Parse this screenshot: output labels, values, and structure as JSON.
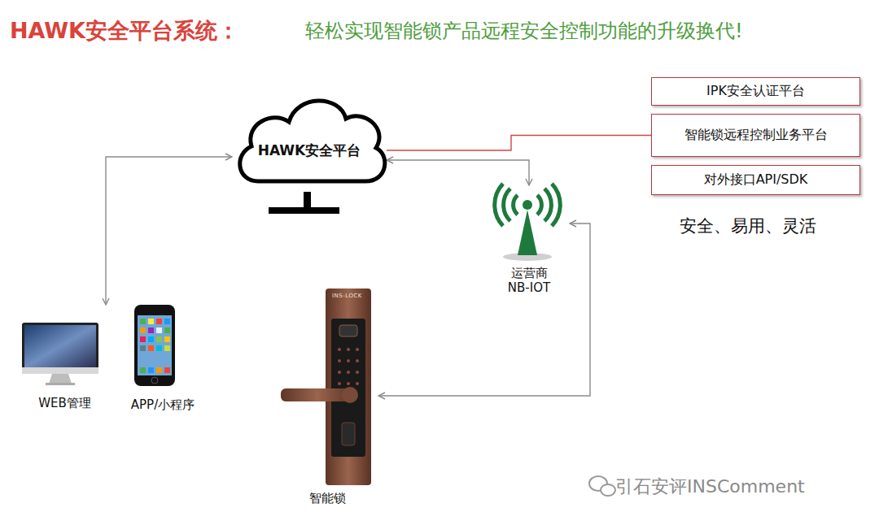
{
  "diagram": {
    "title": "HAWK安全平台系统：",
    "nodes": [
      {
        "text": [
          "HAWK安全平台"
        ]
      },
      {
        "text": [
          "IPK安全认证平台"
        ]
      },
      {
        "text": [
          "智能锁远程控制业务平台"
        ]
      },
      {
        "text": [
          "对外接口API/SDK"
        ]
      },
      {
        "text": [
          "运营商 NB-IOT"
        ]
      },
      {
        "text": [
          "WEB管理"
        ]
      },
      {
        "text": [
          "APP/小程序"
        ]
      },
      {
        "text": [
          "智能锁"
        ]
      }
    ],
    "edges": [
      {
        "from": 0,
        "to": 2,
        "arrow": "none"
      },
      {
        "from": 0,
        "to": 5,
        "arrow": "both"
      },
      {
        "from": 0,
        "to": 4,
        "arrow": "both"
      },
      {
        "from": 4,
        "to": 7,
        "arrow": "both"
      }
    ],
    "labels": [
      "轻松实现智能锁产品远程安全控制功能的升级换代!",
      "安全、易用、灵活",
      "INS-LOCK",
      "引石安评INSComment"
    ]
  }
}
